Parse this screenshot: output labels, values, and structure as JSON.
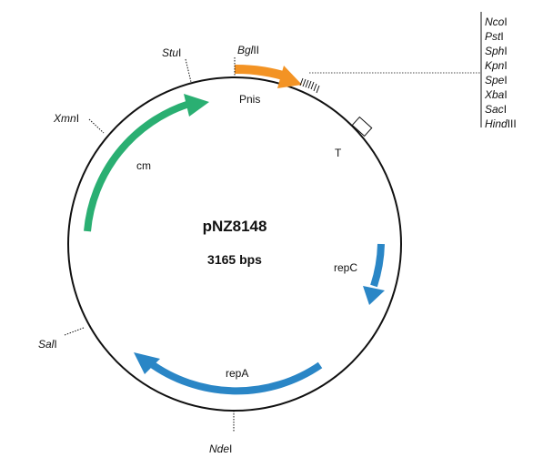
{
  "plasmid": {
    "name": "pNZ8148",
    "size": "3165 bps"
  },
  "features": {
    "pnis": {
      "label": "Pnis",
      "color": "#f39324"
    },
    "cm": {
      "label": "cm",
      "color": "#2aaf72"
    },
    "repC": {
      "label": "repC",
      "color": "#2a86c6"
    },
    "repA": {
      "label": "repA",
      "color": "#2a86c6"
    },
    "terminator": {
      "label": "T"
    }
  },
  "sites": {
    "bglII": {
      "italic": "Bgl",
      "rest": "II"
    },
    "stuI": {
      "italic": "Stu",
      "rest": "I"
    },
    "xmnI": {
      "italic": "Xmn",
      "rest": "I"
    },
    "salI": {
      "italic": "Sal",
      "rest": "I"
    },
    "ndeI": {
      "italic": "Nde",
      "rest": "I"
    }
  },
  "mcs": [
    {
      "italic": "Nco",
      "rest": "I"
    },
    {
      "italic": "Pst",
      "rest": "I"
    },
    {
      "italic": "Sph",
      "rest": "I"
    },
    {
      "italic": "Kpn",
      "rest": "I"
    },
    {
      "italic": "Spe",
      "rest": "I"
    },
    {
      "italic": "Xba",
      "rest": "I"
    },
    {
      "italic": "Sac",
      "rest": "I"
    },
    {
      "italic": "Hind",
      "rest": "III"
    }
  ]
}
